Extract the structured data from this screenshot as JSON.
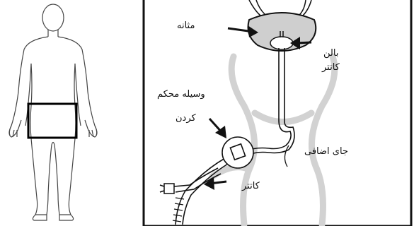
{
  "labels": {
    "bladder": "مثانه",
    "balloon_line1": "بالن",
    "balloon_line2": "کاتتر",
    "securing_line1": "وسیله محکم",
    "securing_line2": "کردن",
    "slack": "جای اضافی",
    "catheter": "کاتتر"
  },
  "colors": {
    "line": "#111111",
    "body_shade": "#d9d9d9",
    "bladder_fill": "#cfcfcf",
    "highlight_box": "#000000"
  },
  "icons": [
    "body-outline-icon",
    "arrow-icon"
  ]
}
